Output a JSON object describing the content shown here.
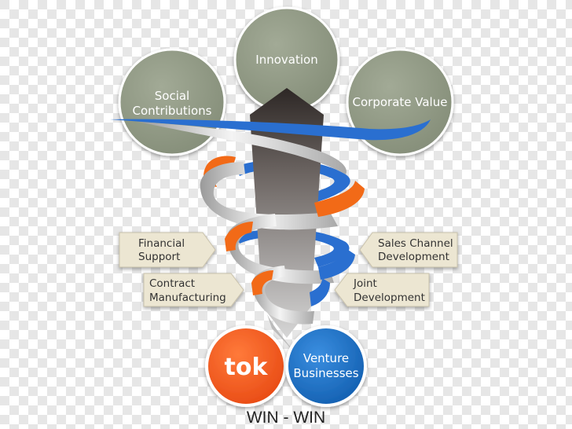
{
  "top_circles": {
    "innovation": "Innovation",
    "social_line1": "Social",
    "social_line2": "Contributions",
    "corporate": "Corporate Value"
  },
  "left_tags": {
    "financial_line1": "Financial",
    "financial_line2": "Support",
    "contract_line1": "Contract",
    "contract_line2": "Manufacturing"
  },
  "right_tags": {
    "sales_line1": "Sales Channel",
    "sales_line2": "Development",
    "joint_line1": "Joint",
    "joint_line2": "Development"
  },
  "bottom_circles": {
    "tok_logo": "tok",
    "venture_line1": "Venture",
    "venture_line2": "Businesses"
  },
  "footer": {
    "label": "WIN - WIN"
  },
  "colors": {
    "sage": "#8e9783",
    "tag_fill": "#ece6d2",
    "tok_orange": "#f0561e",
    "venture_blue": "#1a73c6",
    "spiral_orange": "#f26a17",
    "spiral_blue": "#2a6fd0",
    "spiral_silver": "#d8d8d8"
  }
}
